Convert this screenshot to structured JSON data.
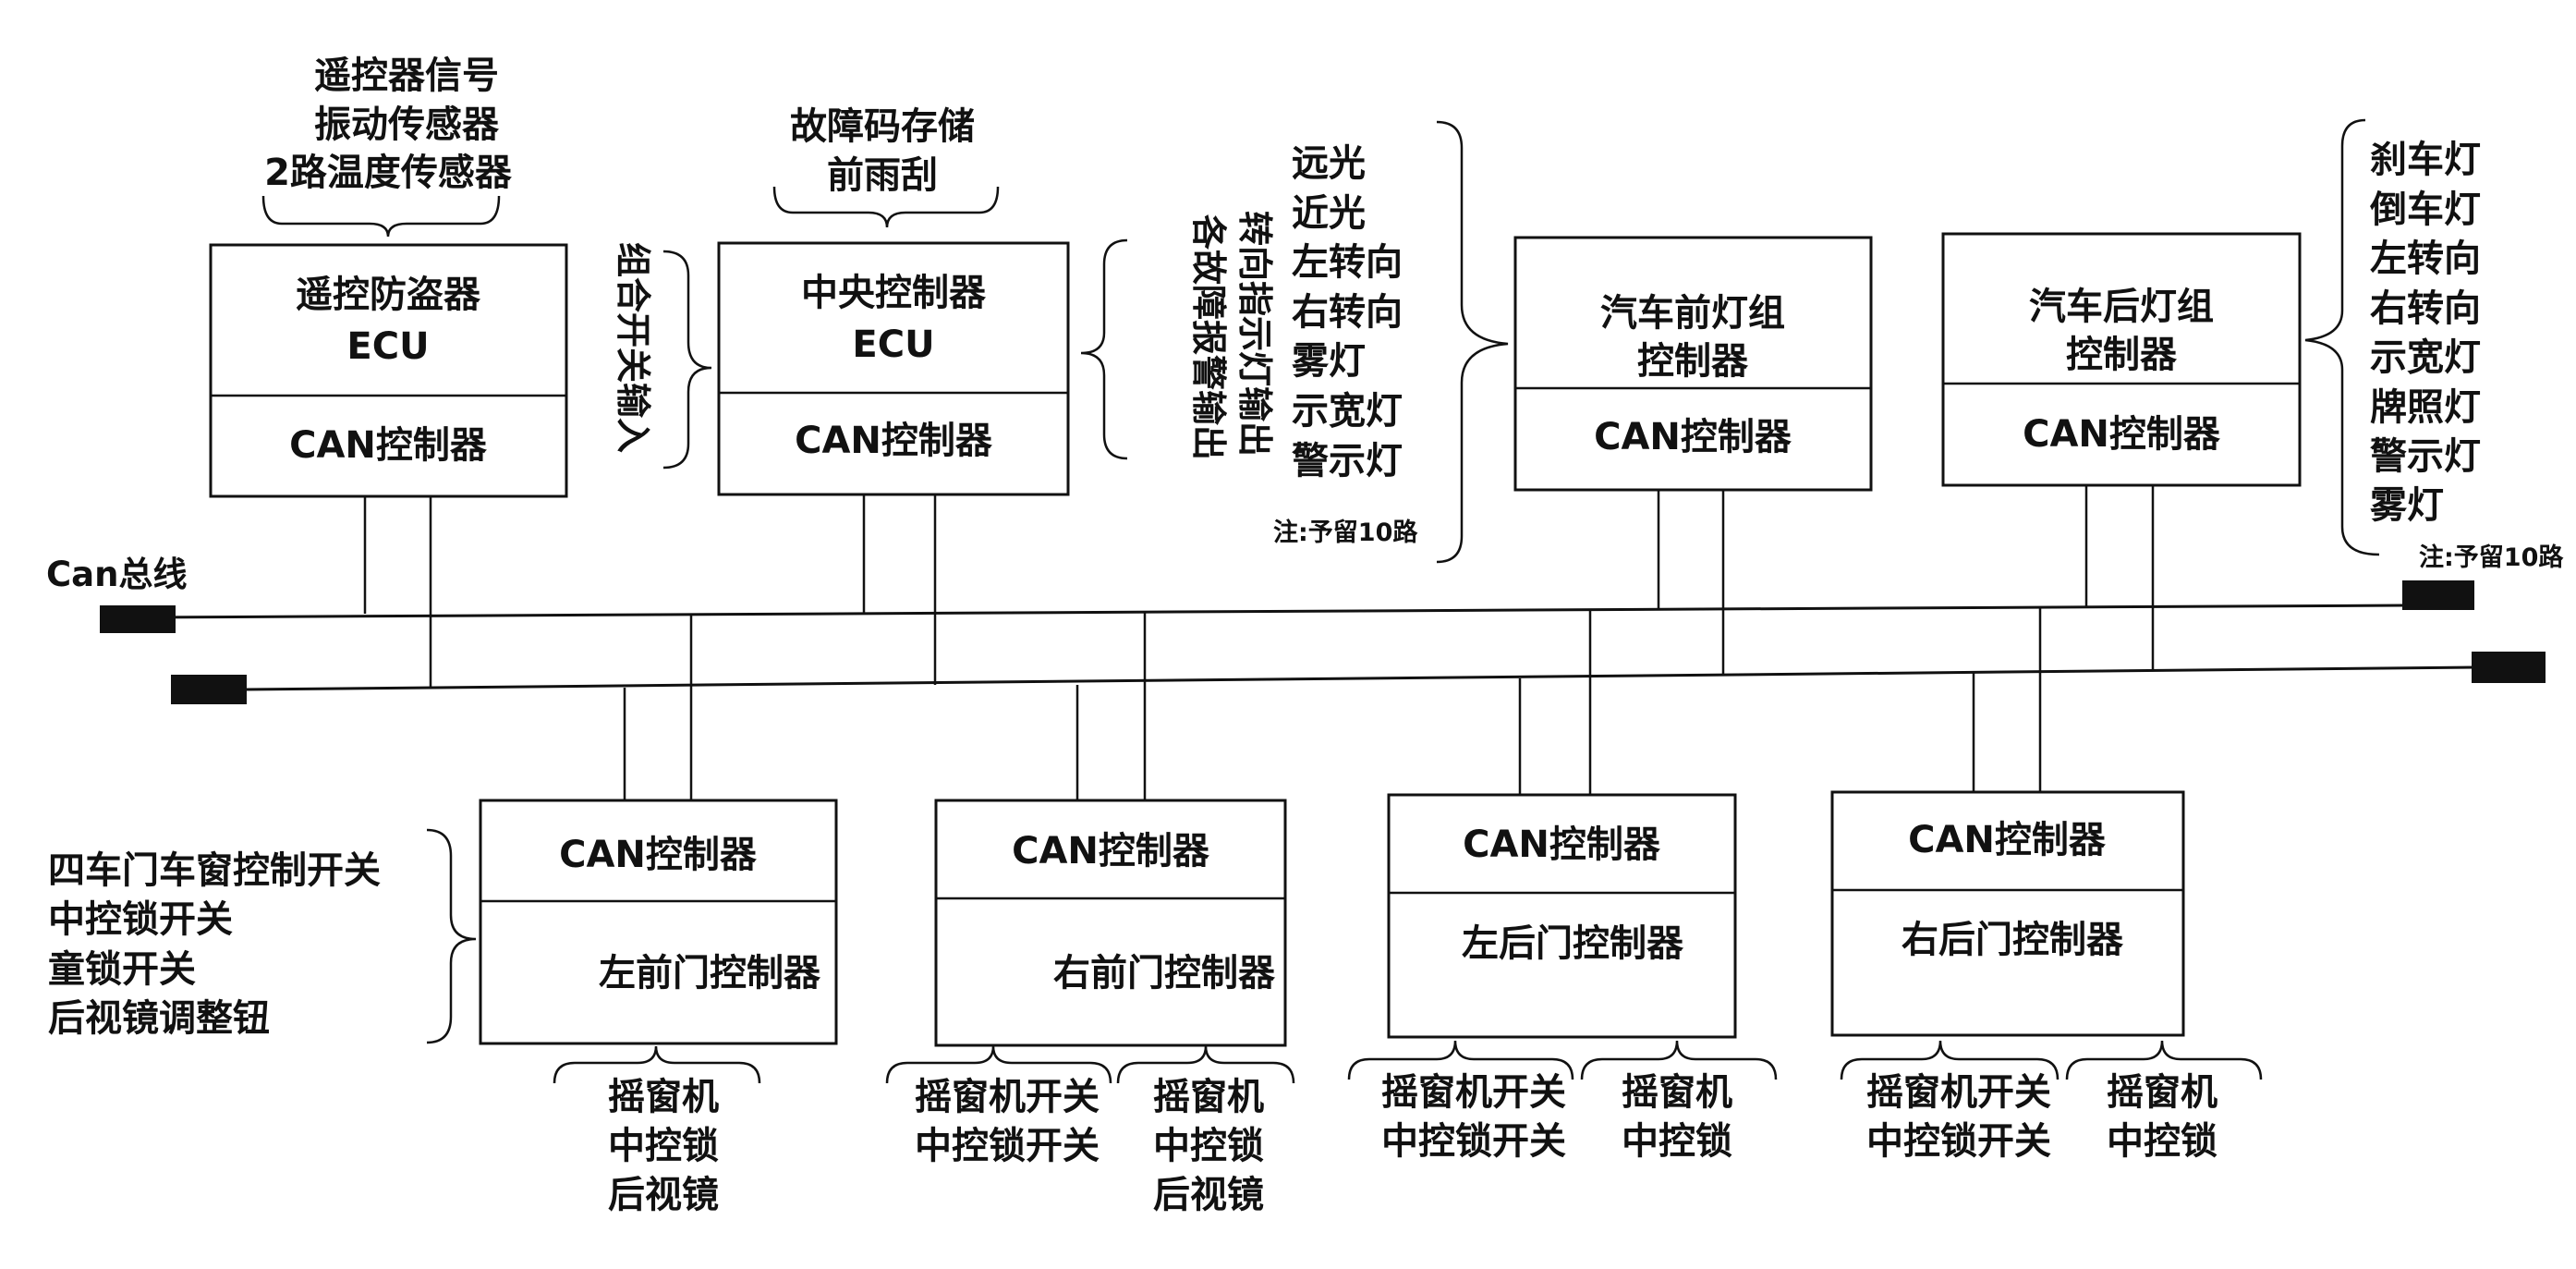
{
  "modules_top": {
    "alarm": {
      "line1": "遥控防盗器",
      "line2": "ECU",
      "can": "CAN控制器"
    },
    "central": {
      "line1": "中央控制器",
      "line2": "ECU",
      "can": "CAN控制器"
    },
    "front_light": {
      "line1": "汽车前灯组",
      "line2": "控制器",
      "can": "CAN控制器"
    },
    "rear_light": {
      "line1": "汽车后灯组",
      "line2": "控制器",
      "can": "CAN控制器"
    }
  },
  "modules_bottom": {
    "front_left": {
      "can": "CAN控制器",
      "name": "左前门控制器"
    },
    "front_right": {
      "can": "CAN控制器",
      "name": "右前门控制器"
    },
    "rear_left": {
      "can": "CAN控制器",
      "name": "左后门控制器"
    },
    "rear_right": {
      "can": "CAN控制器",
      "name": "右后门控制器"
    }
  },
  "bus": {
    "label": "Can总线"
  },
  "annotations": {
    "alarm_inputs": [
      "遥控器信号",
      "振动传感器",
      "2路温度传感器"
    ],
    "central_top": [
      "故障码存储",
      "前雨刮"
    ],
    "central_left_vertical": "组合开关输入",
    "central_right_vertical": [
      "转向指示灯输出",
      "各故障报警输出"
    ],
    "front_light_outputs": [
      "远光",
      "近光",
      "左转向",
      "右转向",
      "雾灯",
      "示宽灯",
      "警示灯"
    ],
    "front_light_note": "注:予留10路",
    "rear_light_outputs": [
      "刹车灯",
      "倒车灯",
      "左转向",
      "右转向",
      "示宽灯",
      "牌照灯",
      "警示灯",
      "雾灯"
    ],
    "rear_light_note": "注:予留10路",
    "door_inputs": [
      "四车门车窗控制开关",
      "中控锁开关",
      "童锁开关",
      "后视镜调整钮"
    ],
    "front_left_bottom": [
      "摇窗机",
      "中控锁",
      "后视镜"
    ],
    "front_right_bottom_a": [
      "摇窗机开关",
      "中控锁开关"
    ],
    "front_right_bottom_b": [
      "摇窗机",
      "中控锁",
      "后视镜"
    ],
    "rear_left_bottom_a": [
      "摇窗机开关",
      "中控锁开关"
    ],
    "rear_left_bottom_b": [
      "摇窗机",
      "中控锁"
    ],
    "rear_right_bottom_a": [
      "摇窗机开关",
      "中控锁开关"
    ],
    "rear_right_bottom_b": [
      "摇窗机",
      "中控锁"
    ]
  }
}
